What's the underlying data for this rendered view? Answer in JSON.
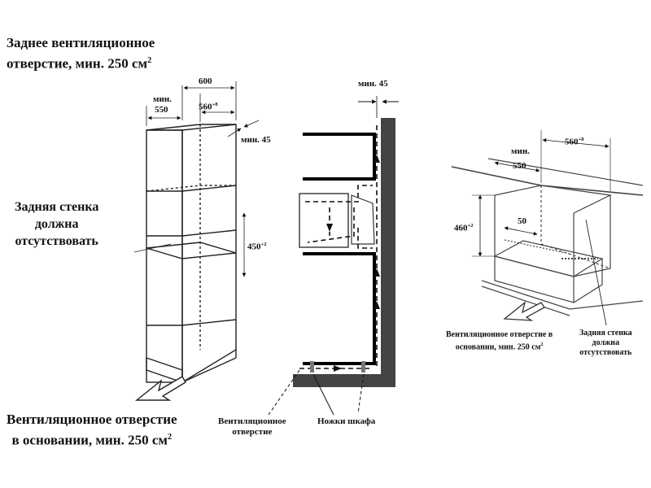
{
  "labels": {
    "rear_vent_line1": "Заднее вентиляционное",
    "rear_vent_line2": "отверстие, мин. 250 см",
    "rear_wall_line1": "Задняя стенка",
    "rear_wall_line2": "должна",
    "rear_wall_line3": "отсутствовать",
    "base_vent_line1": "Вентиляционное отверстие",
    "base_vent_line2": "в основании, мин. 250 см",
    "vent_opening_line1": "Вентиляционное",
    "vent_opening_line2": "отверстие",
    "cabinet_legs": "Ножки шкафа",
    "right_base_vent_line1": "Вентиляционное отверстие в",
    "right_base_vent_line2": "основании, мин. 250 см",
    "right_rear_wall_line1": "Задняя стенка",
    "right_rear_wall_line2": "должна",
    "right_rear_wall_line3": "отсутствовать",
    "sq_sup": "2"
  },
  "dimensions": {
    "d600": "600",
    "min": "мин.",
    "d550": "550",
    "d560": "560",
    "tol_560": "+8",
    "min45": "мин. 45",
    "d450": "450",
    "tol_450": "+2",
    "top_min45": "мин. 45",
    "r_min": "мин.",
    "r550": "550",
    "r560": "560",
    "r_tol_560": "+8",
    "r460": "460",
    "r_tol_460": "+2",
    "r50": "50"
  }
}
